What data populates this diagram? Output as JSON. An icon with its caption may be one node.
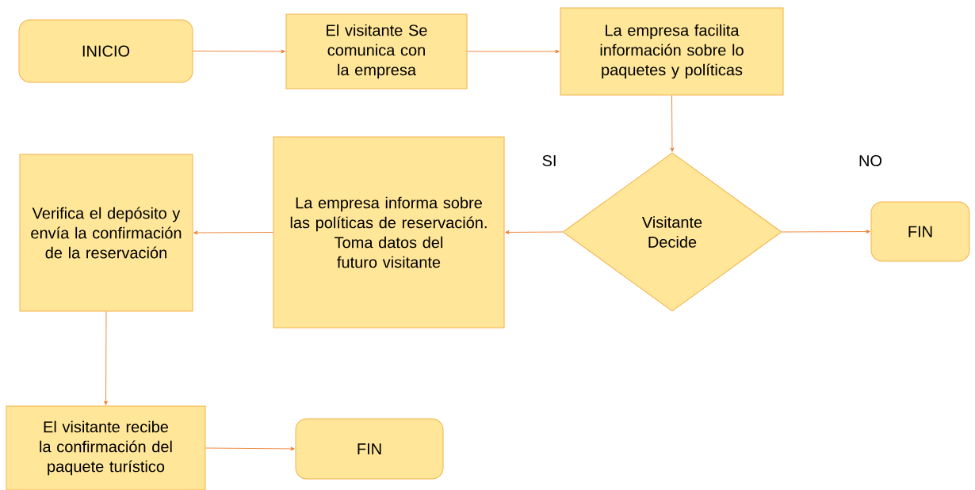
{
  "diagram": {
    "nodes": [
      {
        "text": [
          "INICIO"
        ]
      },
      {
        "text": [
          "El visitante Se comunica con la empresa"
        ]
      },
      {
        "text": [
          "La empresa facilita información sobre lo paquetes y políticas"
        ]
      },
      {
        "text": [
          "Visitante Decide"
        ]
      },
      {
        "text": [
          "FIN"
        ]
      },
      {
        "text": [
          "La empresa informa sobre las políticas de reservación.",
          "Toma datos del futuro visitante"
        ]
      },
      {
        "text": [
          "Verifica el depósito y envía la confirmación de la reservación"
        ]
      },
      {
        "text": [
          "El visitante recibe la confirmación del paquete turístico"
        ]
      },
      {
        "text": [
          "FIN"
        ]
      }
    ],
    "edges": [
      {
        "from": 0,
        "to": 1,
        "arrow": "to"
      },
      {
        "from": 1,
        "to": 2,
        "arrow": "to"
      },
      {
        "from": 2,
        "to": 3,
        "arrow": "to"
      },
      {
        "from": 3,
        "to": 5,
        "arrow": "to"
      },
      {
        "from": 3,
        "to": 4,
        "arrow": "to"
      },
      {
        "from": 5,
        "to": 6,
        "arrow": "to"
      },
      {
        "from": 6,
        "to": 7,
        "arrow": "to"
      },
      {
        "from": 7,
        "to": 8,
        "arrow": "to"
      }
    ],
    "labels": [
      "SI",
      "NO"
    ]
  }
}
